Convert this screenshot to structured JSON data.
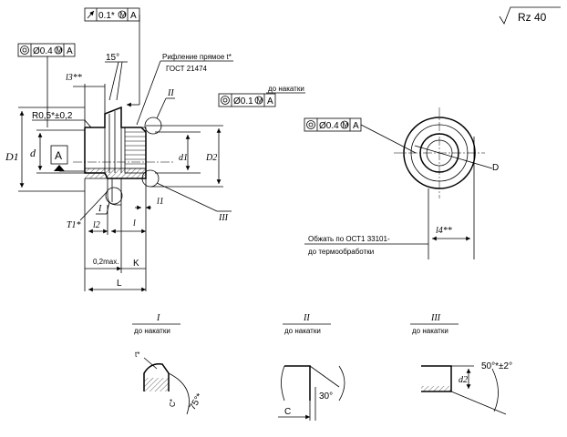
{
  "roughness": {
    "label": "Rz 40"
  },
  "tolerance_frames": {
    "runout_top": {
      "value": "0.1*",
      "datum": "A"
    },
    "coaxiality_left": {
      "value": "Ø0.4",
      "datum": "A"
    },
    "coaxiality_mid": {
      "value": "Ø0.1",
      "datum": "A",
      "note": "до накатки"
    },
    "coaxiality_right": {
      "value": "Ø0.4",
      "datum": "A"
    }
  },
  "main_view": {
    "angle_15": "15°",
    "knurl_note_line1": "Рифление прямое  t*",
    "knurl_note_line2": "ГОСТ 21474",
    "l3": "l3**",
    "radius": "R0,5*±0,2",
    "D1": "D1",
    "d": "d",
    "datum": "A",
    "d1": "d1",
    "D2": "D2",
    "T1": "T1*",
    "l2": "l2",
    "l": "l",
    "l1": "l1",
    "max": "0,2max.",
    "K": "K",
    "L": "L",
    "callout_I": "I",
    "callout_II": "II",
    "callout_III": "III"
  },
  "side_view": {
    "D": "D",
    "l4": "l4**",
    "note_line1": "Обжать по ОСТ1 33101-",
    "note_line2": "до термообработки"
  },
  "details": [
    {
      "roman": "I",
      "caption": "до накатки",
      "labels": {
        "t": "t*",
        "C": "C*",
        "angle": "75°*"
      }
    },
    {
      "roman": "II",
      "caption": "до накатки",
      "labels": {
        "angle": "30°",
        "C": "C"
      }
    },
    {
      "roman": "III",
      "caption": "до накатки",
      "labels": {
        "d2": "d2",
        "angle": "50°*±2°"
      }
    }
  ]
}
